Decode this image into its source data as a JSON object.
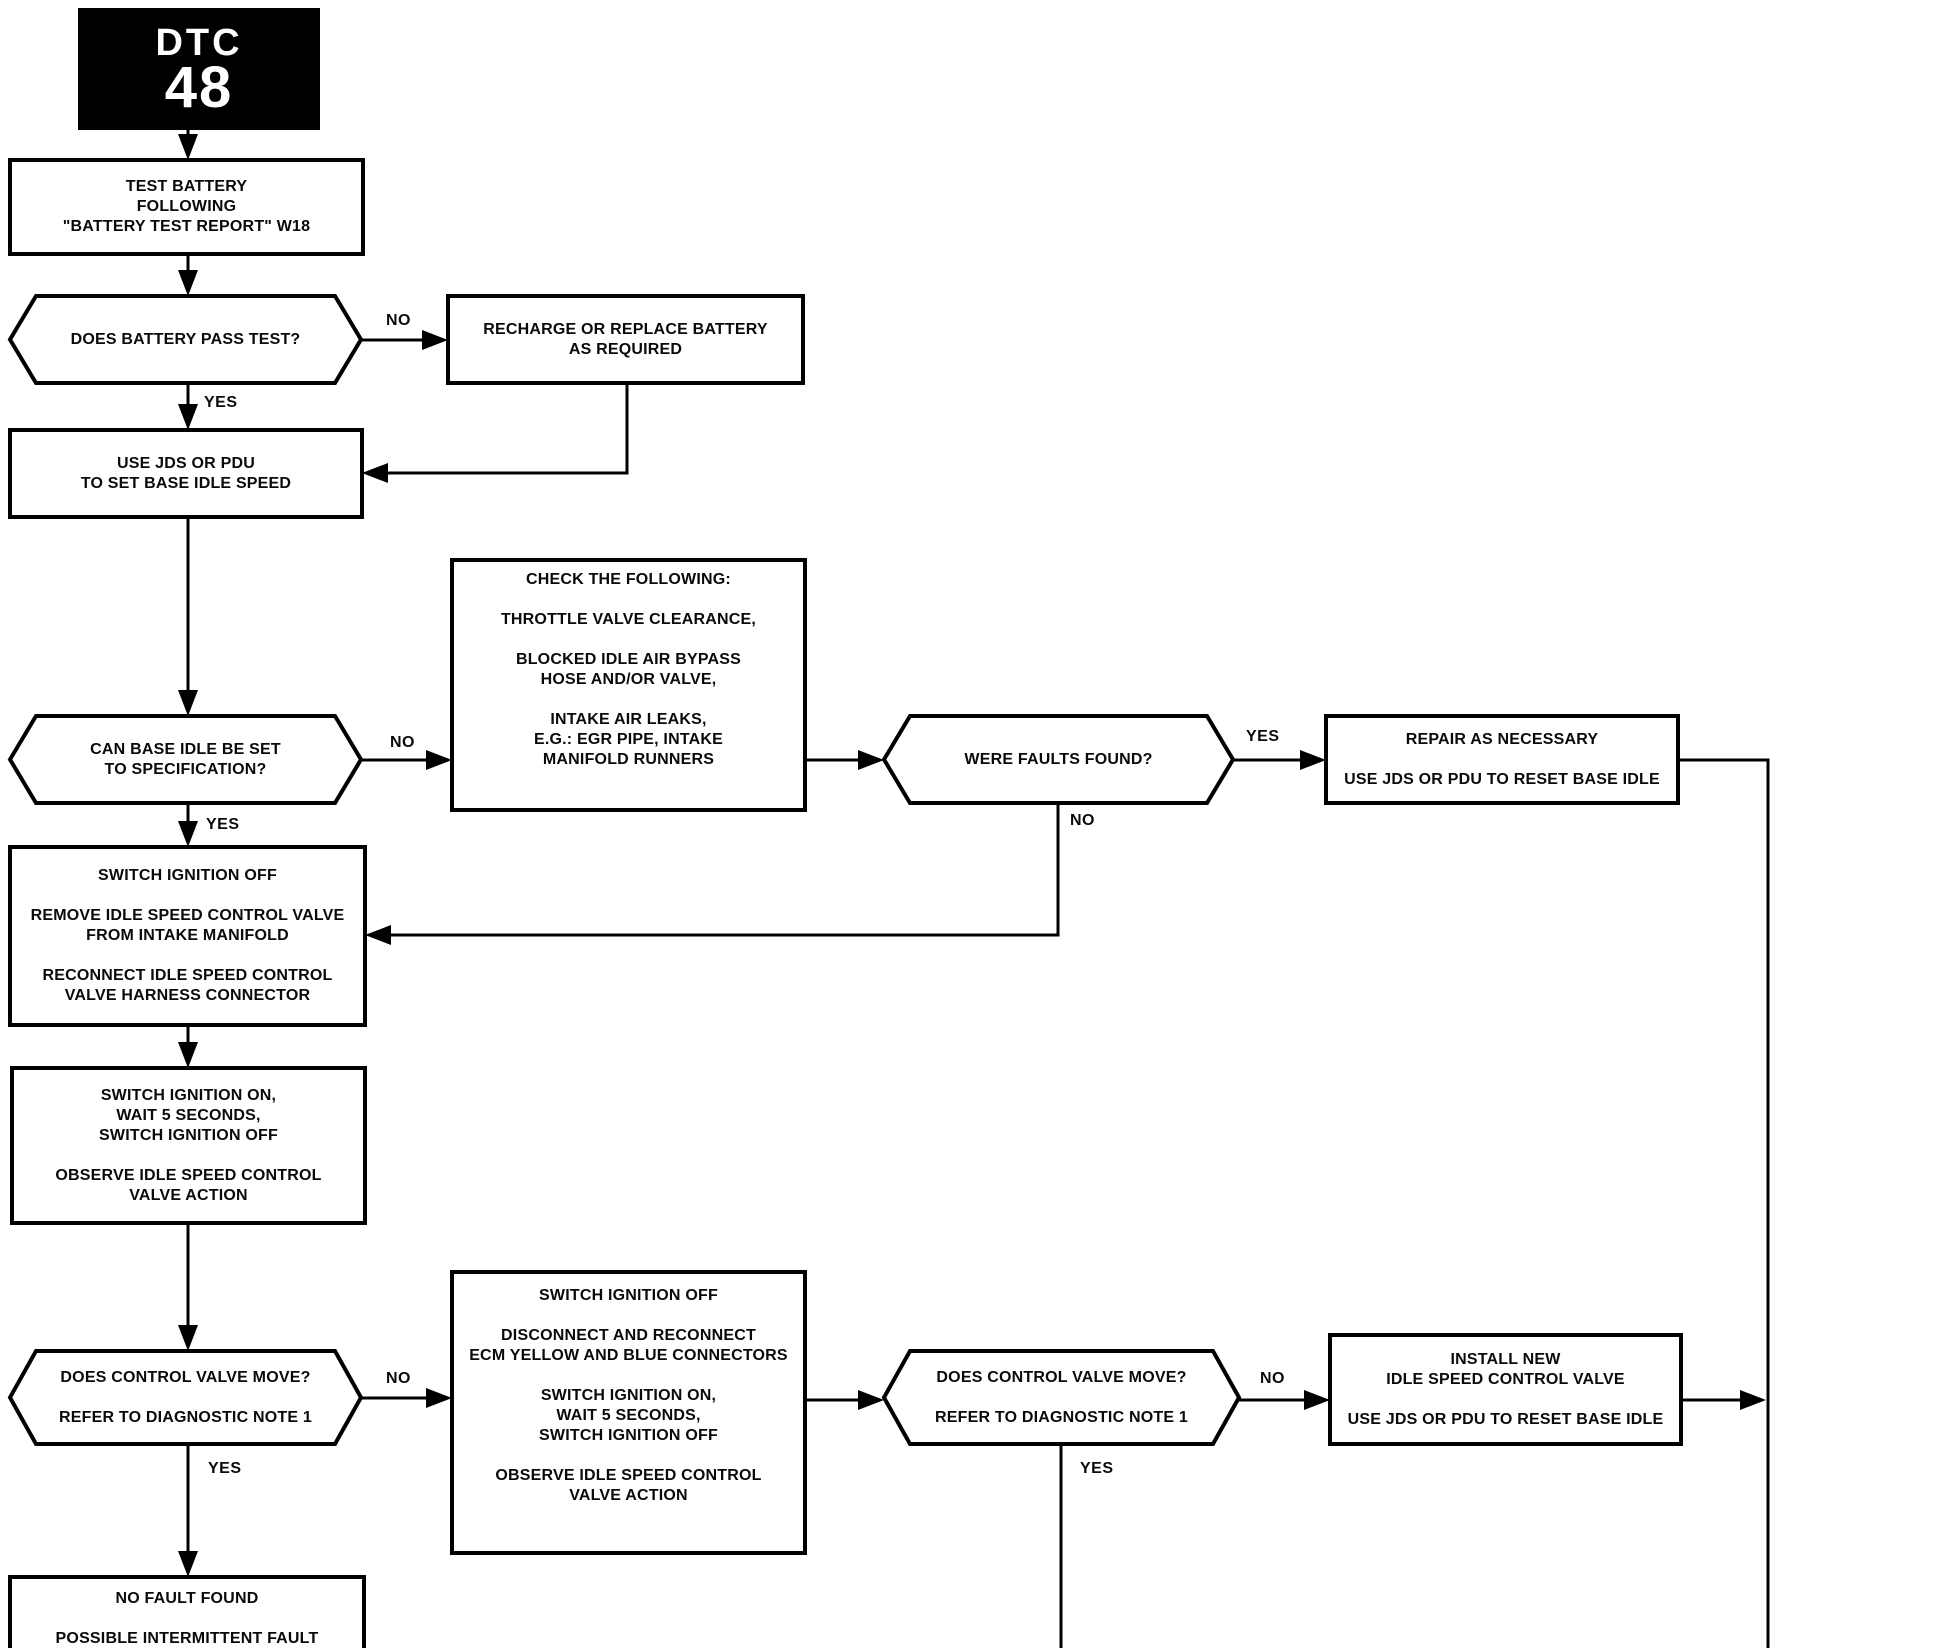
{
  "title": "DTC 48 diagnostic flowchart",
  "colors": {
    "ink": "#000000",
    "paper": "#ffffff"
  },
  "badge": {
    "code_label": "DTC",
    "code_number": "48"
  },
  "nodes": {
    "test_battery": {
      "text": "TEST BATTERY\nFOLLOWING\n\"BATTERY TEST REPORT\" W18"
    },
    "does_battery_pass": {
      "text": "DOES BATTERY PASS TEST?"
    },
    "recharge_battery": {
      "text": "RECHARGE OR REPLACE BATTERY\nAS REQUIRED"
    },
    "set_base_idle": {
      "text": "USE JDS OR PDU\nTO SET BASE IDLE SPEED"
    },
    "check_following": {
      "text": "CHECK THE FOLLOWING:\n\nTHROTTLE VALVE CLEARANCE,\n\nBLOCKED IDLE AIR BYPASS\nHOSE AND/OR VALVE,\n\nINTAKE AIR LEAKS,\nE.G.: EGR PIPE, INTAKE\nMANIFOLD RUNNERS"
    },
    "can_base_idle": {
      "text": "CAN BASE IDLE BE SET\nTO SPECIFICATION?"
    },
    "were_faults_found": {
      "text": "WERE FAULTS FOUND?"
    },
    "repair_as_necessary": {
      "text": "REPAIR AS NECESSARY\n\nUSE JDS OR PDU TO RESET BASE IDLE"
    },
    "remove_valve": {
      "text": "SWITCH IGNITION OFF\n\nREMOVE IDLE SPEED CONTROL VALVE\nFROM INTAKE MANIFOLD\n\nRECONNECT IDLE SPEED CONTROL\nVALVE HARNESS CONNECTOR"
    },
    "observe_valve": {
      "text": "SWITCH IGNITION ON,\nWAIT 5 SECONDS,\nSWITCH IGNITION OFF\n\nOBSERVE IDLE SPEED CONTROL\nVALVE ACTION"
    },
    "valve_move_1": {
      "text": "DOES CONTROL VALVE MOVE?\n\nREFER TO DIAGNOSTIC NOTE 1"
    },
    "ecm_reconnect": {
      "text": "SWITCH IGNITION OFF\n\nDISCONNECT AND RECONNECT\nECM YELLOW AND BLUE CONNECTORS\n\nSWITCH IGNITION ON,\nWAIT 5 SECONDS,\nSWITCH IGNITION OFF\n\nOBSERVE IDLE SPEED CONTROL\nVALVE ACTION"
    },
    "valve_move_2": {
      "text": "DOES CONTROL VALVE MOVE?\n\nREFER TO DIAGNOSTIC NOTE 1"
    },
    "install_new_valve": {
      "text": "INSTALL NEW\nIDLE SPEED CONTROL VALVE\n\nUSE JDS OR PDU TO RESET BASE IDLE"
    },
    "no_fault_found": {
      "text": "NO FAULT FOUND\n\nPOSSIBLE INTERMITTENT FAULT"
    }
  },
  "edge_labels": {
    "battery_no": "NO",
    "battery_yes": "YES",
    "base_idle_no": "NO",
    "base_idle_yes": "YES",
    "faults_yes": "YES",
    "faults_no": "NO",
    "valve1_no": "NO",
    "valve1_yes": "YES",
    "valve2_no": "NO",
    "valve2_yes": "YES"
  }
}
